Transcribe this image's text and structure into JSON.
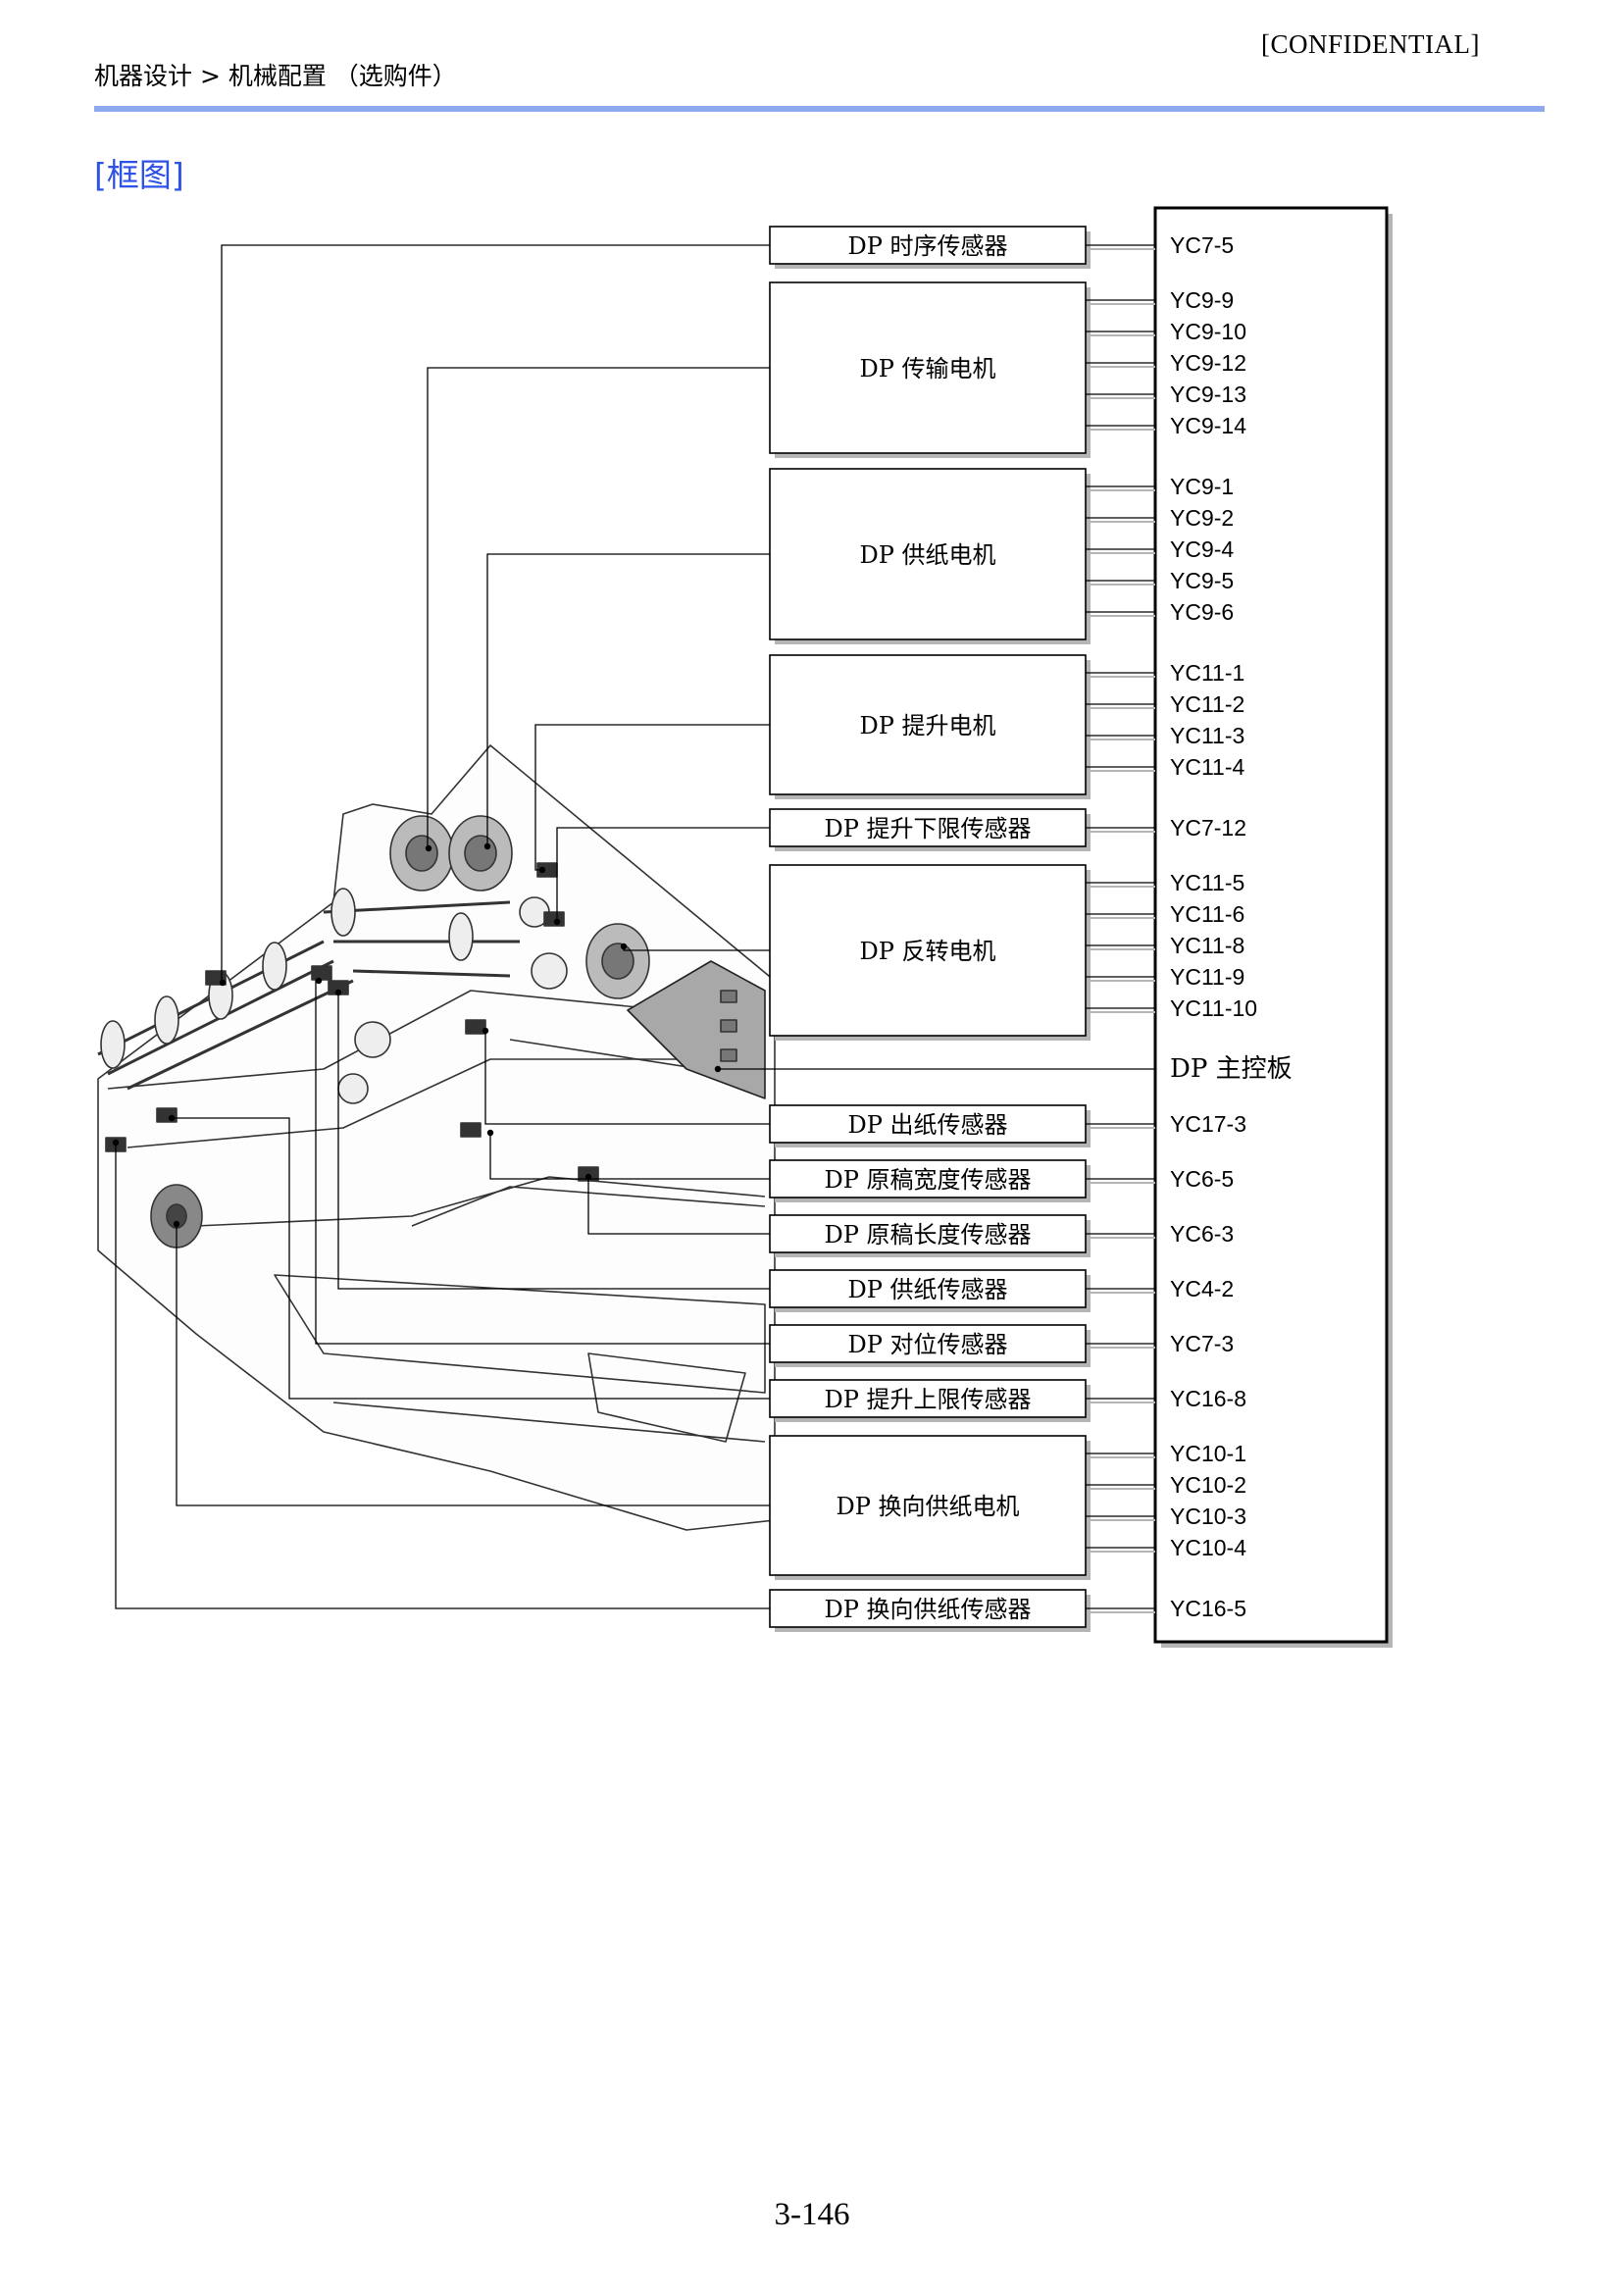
{
  "header": {
    "confidential": "[CONFIDENTIAL]",
    "breadcrumb": "机器设计 > 机械配置 （选购件）"
  },
  "section_title": "[框图]",
  "board": {
    "label": "DP 主控板"
  },
  "components": [
    {
      "label": "DP 时序传感器",
      "pins": [
        "YC7-5"
      ]
    },
    {
      "label": "DP 传输电机",
      "pins": [
        "YC9-9",
        "YC9-10",
        "YC9-12",
        "YC9-13",
        "YC9-14"
      ]
    },
    {
      "label": "DP 供纸电机",
      "pins": [
        "YC9-1",
        "YC9-2",
        "YC9-4",
        "YC9-5",
        "YC9-6"
      ]
    },
    {
      "label": "DP 提升电机",
      "pins": [
        "YC11-1",
        "YC11-2",
        "YC11-3",
        "YC11-4"
      ]
    },
    {
      "label": "DP 提升下限传感器",
      "pins": [
        "YC7-12"
      ]
    },
    {
      "label": "DP 反转电机",
      "pins": [
        "YC11-5",
        "YC11-6",
        "YC11-8",
        "YC11-9",
        "YC11-10"
      ]
    },
    {
      "label": "DP 出纸传感器",
      "pins": [
        "YC17-3"
      ]
    },
    {
      "label": "DP 原稿宽度传感器",
      "pins": [
        "YC6-5"
      ]
    },
    {
      "label": "DP 原稿长度传感器",
      "pins": [
        "YC6-3"
      ]
    },
    {
      "label": "DP 供纸传感器",
      "pins": [
        "YC4-2"
      ]
    },
    {
      "label": "DP 对位传感器",
      "pins": [
        "YC7-3"
      ]
    },
    {
      "label": "DP 提升上限传感器",
      "pins": [
        "YC16-8"
      ]
    },
    {
      "label": "DP 换向供纸电机",
      "pins": [
        "YC10-1",
        "YC10-2",
        "YC10-3",
        "YC10-4"
      ]
    },
    {
      "label": "DP 换向供纸传感器",
      "pins": [
        "YC16-5"
      ]
    }
  ],
  "page_number": "3-146"
}
